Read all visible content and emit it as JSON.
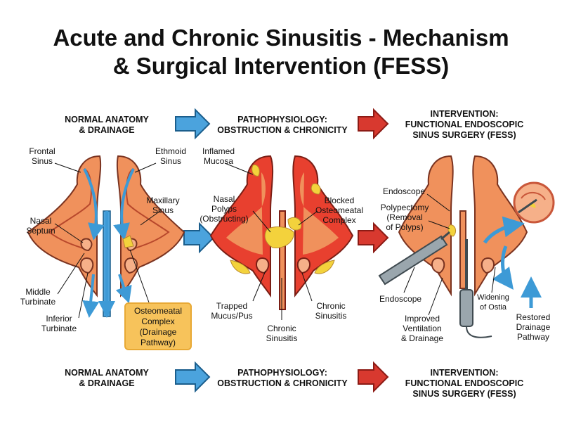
{
  "title": {
    "line1": "Acute and Chronic Sinusitis - Mechanism",
    "line2": "& Surgical Intervention (FESS)"
  },
  "headers": {
    "normal": {
      "line1": "NORMAL ANATOMY",
      "line2": "& DRAINAGE"
    },
    "patho": {
      "line1": "PATHOPHYSIOLOGY:",
      "line2": "OBSTRUCTION & CHRONICITY"
    },
    "fess": {
      "line1": "INTERVENTION:",
      "line2": "FUNCTIONAL ENDOSCOPIC",
      "line3": "SINUS SURGERY (FESS)"
    }
  },
  "footers": {
    "normal": {
      "line1": "NORMAL ANATOMY",
      "line2": "& DRAINAGE"
    },
    "patho": {
      "line1": "PATHOPHYSIOLOGY:",
      "line2": "OBSTRUCTION & CHRONICITY"
    },
    "fess": {
      "line1": "INTERVENTION:",
      "line2": "FUNCTIONAL ENDOSCOPIC",
      "line3": "SINUS SURGERY (FESS)"
    }
  },
  "panel1": {
    "frontal": {
      "l1": "Frontal",
      "l2": "Sinus"
    },
    "ethmoid": {
      "l1": "Ethmoid",
      "l2": "Sinus"
    },
    "maxillary": {
      "l1": "Maxillary",
      "l2": "Sinus"
    },
    "septum": {
      "l1": "Nasal",
      "l2": "Septum"
    },
    "middle": {
      "l1": "Middle",
      "l2": "Turbinate"
    },
    "inferior": {
      "l1": "Inferior",
      "l2": "Turbinate"
    },
    "omc": {
      "l1": "Osteomeatal",
      "l2": "Complex",
      "l3": "(Drainage",
      "l4": "Pathway)"
    }
  },
  "panel2": {
    "inflamed": {
      "l1": "Inflamed",
      "l2": "Mucosa"
    },
    "polyps": {
      "l1": "Nasal",
      "l2": "Polyps",
      "l3": "(Obstructing)"
    },
    "blocked": {
      "l1": "Blocked",
      "l2": "Osteomeatal",
      "l3": "Complex"
    },
    "trapped": {
      "l1": "Trapped",
      "l2": "Mucus/Pus"
    },
    "chronic_mid": {
      "l1": "Chronic",
      "l2": "Sinusitis"
    },
    "chronic_right": {
      "l1": "Chronic",
      "l2": "Sinusitis"
    }
  },
  "panel3": {
    "endoscope_top": "Endoscope",
    "polypectomy": {
      "l1": "Polypectomy",
      "l2": "(Removal",
      "l3": "of Polyps)"
    },
    "endoscope_bottom": "Endoscope",
    "ventilation": {
      "l1": "Improved",
      "l2": "Ventilation",
      "l3": "& Drainage"
    },
    "widening": {
      "l1": "Widening",
      "l2": "of Ostia"
    },
    "restored": {
      "l1": "Restored",
      "l2": "Drainage",
      "l3": "Pathway"
    }
  },
  "colors": {
    "tissue": "#f0915c",
    "tissue_dark": "#c9573a",
    "inflamed": "#e8402f",
    "mucus": "#f3d23c",
    "flow": "#3d9ad6",
    "obstruct": "#d8392f",
    "omc_box": "#f7c35b"
  }
}
